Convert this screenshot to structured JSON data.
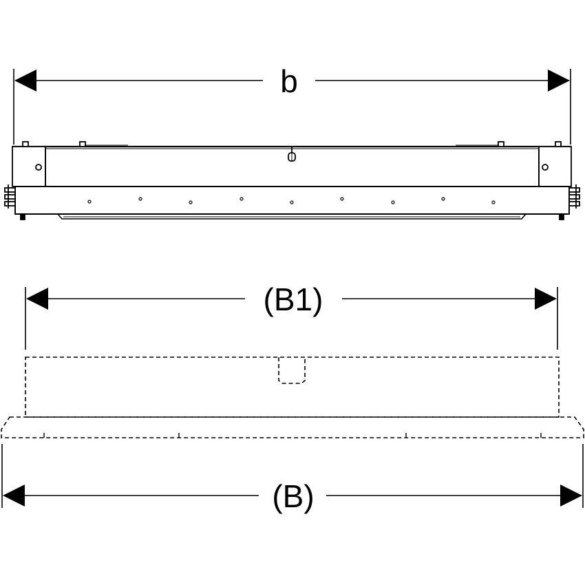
{
  "dimensions": {
    "top_width": {
      "label": "b"
    },
    "inner_width": {
      "label": "(B1)"
    },
    "outer_width": {
      "label": "(B)"
    }
  },
  "colors": {
    "line": "#000000",
    "background": "#ffffff"
  }
}
